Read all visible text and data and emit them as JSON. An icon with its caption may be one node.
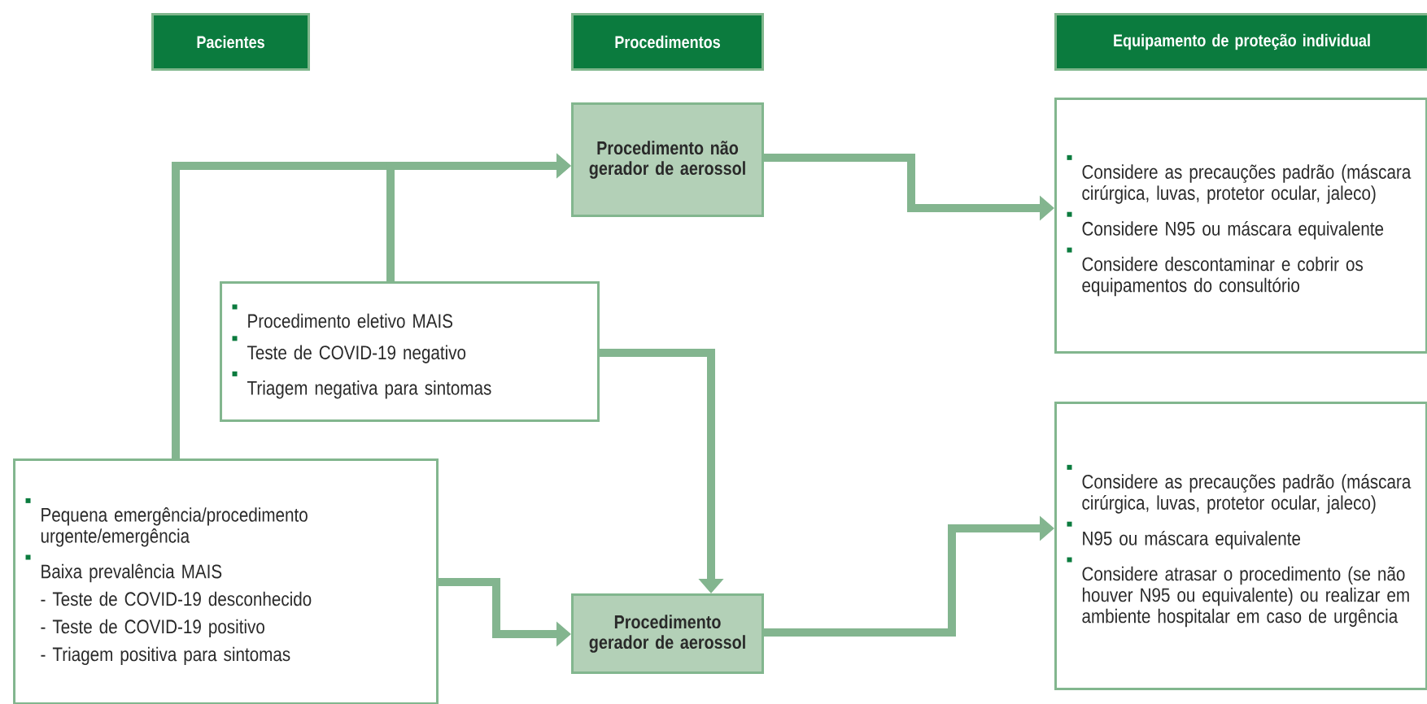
{
  "diagram": {
    "nodes": [
      {
        "text": [
          "Pacientes"
        ]
      },
      {
        "text": [
          "Procedimentos"
        ]
      },
      {
        "text": [
          "Equipamento de proteção individual"
        ]
      },
      {
        "text": [
          "Procedimento não gerador de aerossol"
        ]
      },
      {
        "text": [
          "Procedimento eletivo MAIS",
          "Teste de COVID-19 negativo",
          "Triagem negativa para sintomas"
        ]
      },
      {
        "text": [
          "Pequena emergência/procedimento urgente/emergência",
          "Baixa prevalência MAIS",
          "- Teste de COVID-19 desconhecido",
          "- Teste de COVID-19 positivo",
          "- Triagem positiva para sintomas"
        ]
      },
      {
        "text": [
          "Procedimento gerador de aerossol"
        ]
      },
      {
        "text": [
          "Considere as precauções padrão (máscara cirúrgica, luvas, protetor ocular, jaleco)",
          "Considere N95 ou máscara equivalente",
          "Considere descontaminar e cobrir os equipamentos do consultório"
        ]
      },
      {
        "text": [
          "Considere as precauções padrão (máscara cirúrgica, luvas, protetor ocular, jaleco)",
          "N95 ou máscara equivalente",
          "Considere atrasar o procedimento (se não houver N95 ou equivalente) ou realizar em ambiente hospitalar em caso de urgência"
        ]
      }
    ],
    "edges": [
      {
        "from": 5,
        "to": 3,
        "arrow": "to"
      },
      {
        "from": 4,
        "to": 3,
        "arrow": "to"
      },
      {
        "from": 4,
        "to": 6,
        "arrow": "to"
      },
      {
        "from": 5,
        "to": 6,
        "arrow": "to"
      },
      {
        "from": 3,
        "to": 7,
        "arrow": "to"
      },
      {
        "from": 6,
        "to": 8,
        "arrow": "to"
      }
    ]
  }
}
